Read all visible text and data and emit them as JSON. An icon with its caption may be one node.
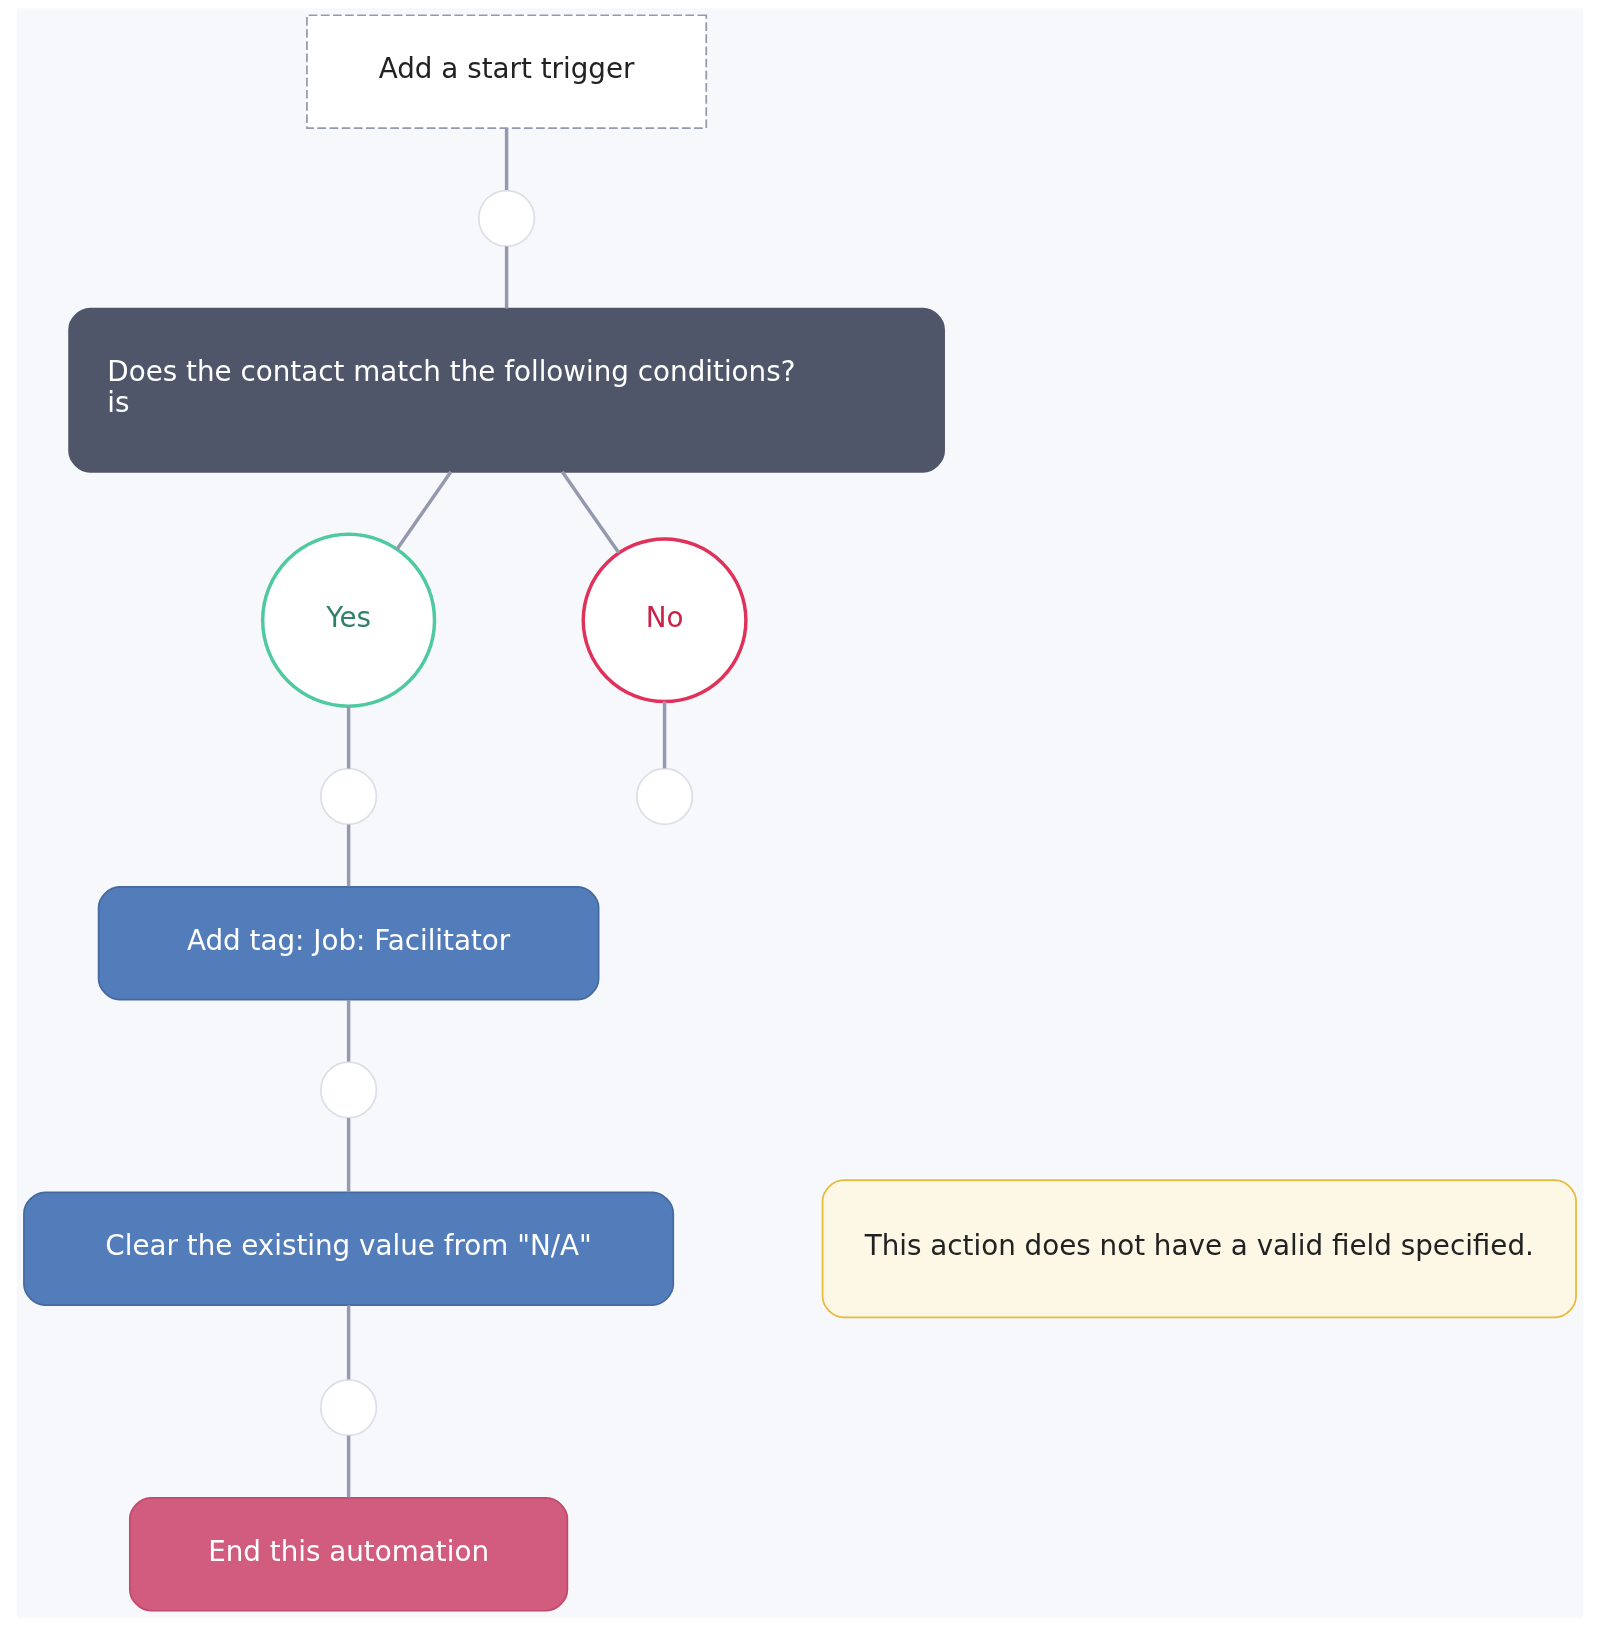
{
  "diagram": {
    "nodes": [
      {
        "text": [
          "Add a start trigger"
        ]
      },
      {
        "text": [],
        "shape": "circle"
      },
      {
        "text": [
          "Does the contact match the following conditions?",
          "is"
        ]
      },
      {
        "text": [
          "Yes"
        ]
      },
      {
        "text": [
          "No"
        ]
      },
      {
        "text": [],
        "shape": "circle"
      },
      {
        "text": [],
        "shape": "circle"
      },
      {
        "text": [
          "Add tag: Job: Facilitator"
        ]
      },
      {
        "text": [],
        "shape": "circle"
      },
      {
        "text": [
          "Clear the existing value from \"N/A\""
        ]
      },
      {
        "text": [
          "This action does not have a valid field specified."
        ]
      },
      {
        "text": [],
        "shape": "circle"
      },
      {
        "text": [
          "End this automation"
        ]
      }
    ],
    "edges": [
      {
        "from": 0,
        "to": 1,
        "arrow": "none"
      },
      {
        "from": 1,
        "to": 2,
        "arrow": "none"
      },
      {
        "from": 2,
        "to": 3,
        "arrow": "none"
      },
      {
        "from": 2,
        "to": 4,
        "arrow": "none"
      },
      {
        "from": 3,
        "to": 5,
        "arrow": "none"
      },
      {
        "from": 4,
        "to": 6,
        "arrow": "none"
      },
      {
        "from": 5,
        "to": 7,
        "arrow": "none"
      },
      {
        "from": 7,
        "to": 8,
        "arrow": "none"
      },
      {
        "from": 8,
        "to": 9,
        "arrow": "none"
      },
      {
        "from": 9,
        "to": 11,
        "arrow": "none"
      },
      {
        "from": 11,
        "to": 12,
        "arrow": "none"
      }
    ]
  }
}
